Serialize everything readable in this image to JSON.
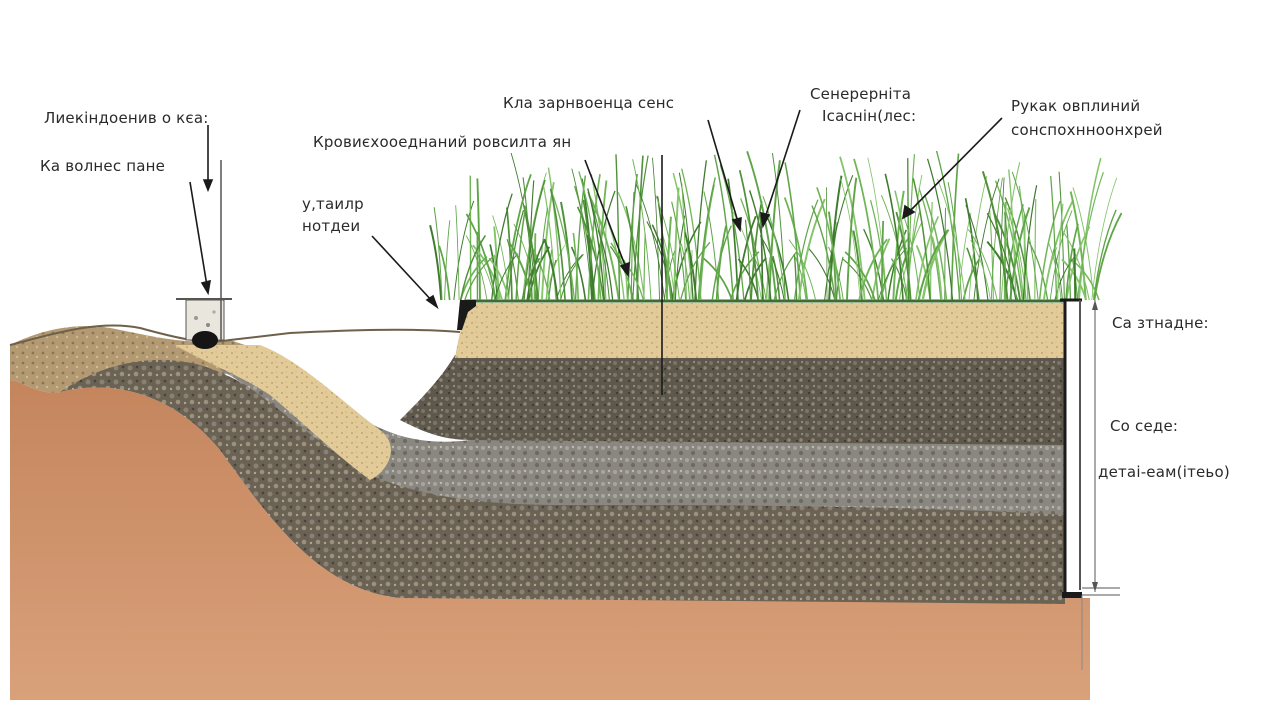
{
  "labels": {
    "top_left_title": "Лиекіндоенив о кєа:",
    "left_panel": "Ка волнес пане",
    "middle_left_top": "Кровиєхооеднаний ровсилта ян",
    "middle_left_small": [
      "у,таилр",
      "нотдеи"
    ],
    "center_top": "Кла зарнвоенца сенс",
    "center_right": [
      "Сенерерніта",
      "Ісаснін(лес:"
    ],
    "right_top": [
      "Рукак овплиний",
      "сонспохнноонхрей"
    ],
    "right_side": {
      "first": "Са зтнадне:",
      "second": "Со седе:",
      "third": "детаі-еам(ітеьо)"
    }
  },
  "colors": {
    "grass": "#5fa548",
    "topsoil": "#e2cb98",
    "dark_gravel": "#5e584c",
    "mid_gravel": "#8a8780",
    "subsoil": "#c2825a",
    "frame": "#1a1a1a"
  }
}
